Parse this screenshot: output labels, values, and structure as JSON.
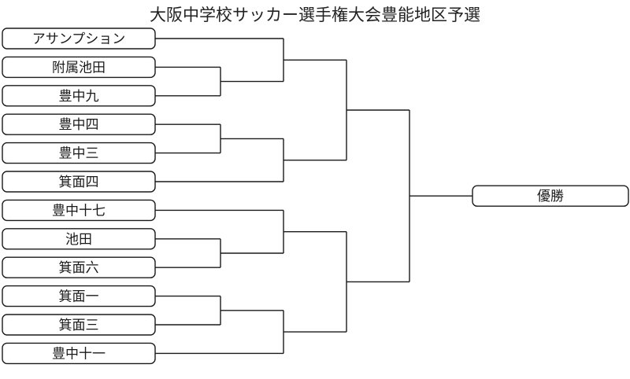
{
  "title": "大阪中学校サッカー選手権大会豊能地区予選",
  "teams": [
    "アサンプション",
    "附属池田",
    "豊中九",
    "豊中四",
    "豊中三",
    "箕面四",
    "豊中十七",
    "池田",
    "箕面六",
    "箕面一",
    "箕面三",
    "豊中十一"
  ],
  "winner_label": "優勝"
}
